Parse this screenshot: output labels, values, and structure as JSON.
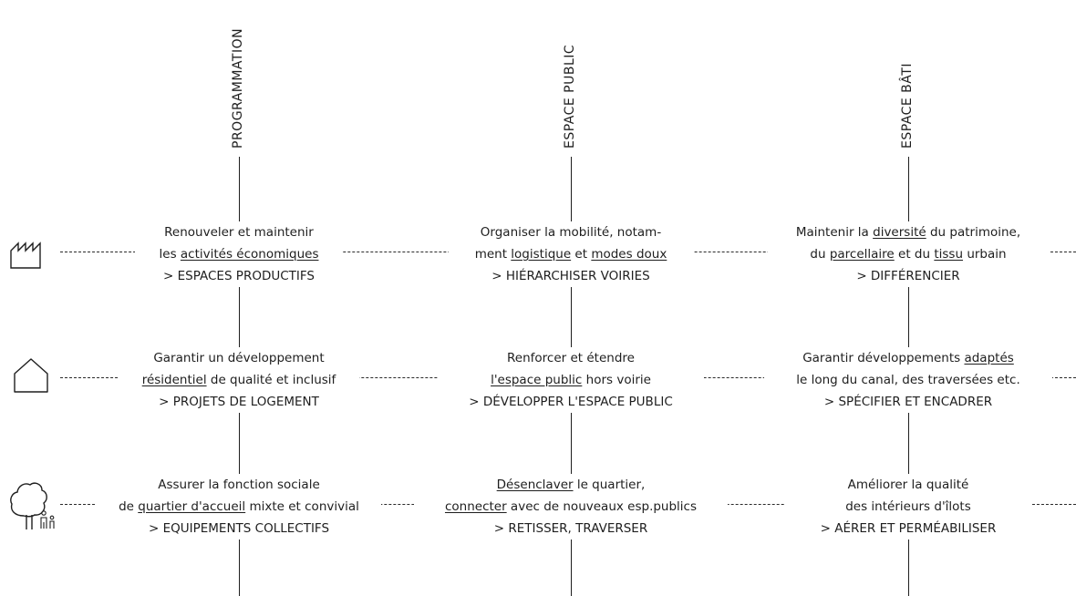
{
  "columns": [
    {
      "title": "PROGRAMMATION"
    },
    {
      "title": "ESPACE PUBLIC"
    },
    {
      "title": "ESPACE BÂTI"
    }
  ],
  "rows": [
    {
      "icon": "factory-icon",
      "cells": [
        {
          "l1": [
            {
              "t": "Renouveler et maintenir"
            }
          ],
          "l2": [
            {
              "t": "les "
            },
            {
              "t": "activités économiques",
              "u": true
            }
          ],
          "l3": "> ESPACES PRODUCTIFS"
        },
        {
          "l1": [
            {
              "t": "Organiser la mobilité, notam-"
            }
          ],
          "l2": [
            {
              "t": "ment "
            },
            {
              "t": "logistique",
              "u": true
            },
            {
              "t": " et "
            },
            {
              "t": "modes doux",
              "u": true
            }
          ],
          "l3": "> HIÉRARCHISER VOIRIES"
        },
        {
          "l1": [
            {
              "t": "Maintenir la "
            },
            {
              "t": "diversité",
              "u": true
            },
            {
              "t": " du patrimoine,"
            }
          ],
          "l2": [
            {
              "t": "du "
            },
            {
              "t": "parcellaire",
              "u": true
            },
            {
              "t": " et du "
            },
            {
              "t": "tissu",
              "u": true
            },
            {
              "t": " urbain"
            }
          ],
          "l3": "> DIFFÉRENCIER"
        }
      ]
    },
    {
      "icon": "house-icon",
      "cells": [
        {
          "l1": [
            {
              "t": "Garantir un développement"
            }
          ],
          "l2": [
            {
              "t": "résidentiel",
              "u": true
            },
            {
              "t": " de qualité et inclusif"
            }
          ],
          "l3": "> PROJETS DE LOGEMENT"
        },
        {
          "l1": [
            {
              "t": "Renforcer et étendre"
            }
          ],
          "l2": [
            {
              "t": "l'espace public",
              "u": true
            },
            {
              "t": " hors voirie"
            }
          ],
          "l3": "> DÉVELOPPER L'ESPACE PUBLIC"
        },
        {
          "l1": [
            {
              "t": "Garantir développements "
            },
            {
              "t": "adaptés",
              "u": true
            }
          ],
          "l2": [
            {
              "t": "le long du canal, des traversées etc."
            }
          ],
          "l3": "> SPÉCIFIER ET ENCADRER"
        }
      ]
    },
    {
      "icon": "tree-family-icon",
      "cells": [
        {
          "l1": [
            {
              "t": "Assurer la fonction sociale"
            }
          ],
          "l2": [
            {
              "t": "de "
            },
            {
              "t": "quartier d'accueil",
              "u": true
            },
            {
              "t": " mixte et convivial"
            }
          ],
          "l3": "> EQUIPEMENTS COLLECTIFS"
        },
        {
          "l1": [
            {
              "t": "Désenclaver",
              "u": true
            },
            {
              "t": " le quartier,"
            }
          ],
          "l2": [
            {
              "t": "connecter",
              "u": true
            },
            {
              "t": " avec de nouveaux esp.publics"
            }
          ],
          "l3": "> RETISSER, TRAVERSER"
        },
        {
          "l1": [
            {
              "t": "Améliorer la qualité"
            }
          ],
          "l2": [
            {
              "t": "des intérieurs d'îlots"
            }
          ],
          "l3": "> AÉRER ET PERMÉABILISER"
        }
      ]
    }
  ]
}
